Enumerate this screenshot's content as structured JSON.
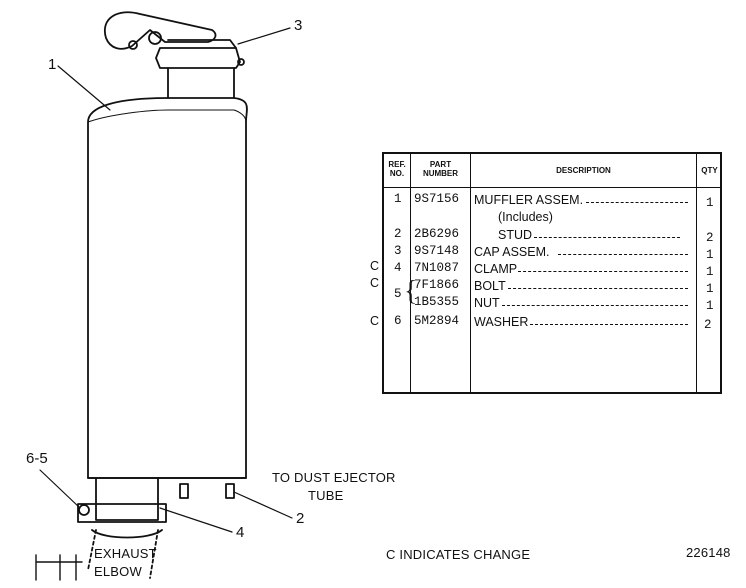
{
  "callouts": {
    "c1": "1",
    "c2": "2",
    "c3": "3",
    "c4": "4",
    "c65": "6-5"
  },
  "notes": {
    "dust_ejector_line1": "TO DUST EJECTOR",
    "dust_ejector_line2": "TUBE",
    "exhaust_line1": "EXHAUST",
    "exhaust_line2": "ELBOW",
    "change_note": "C INDICATES CHANGE",
    "drawing_number": "226148"
  },
  "table": {
    "headers": {
      "ref_line1": "REF.",
      "ref_line2": "NO.",
      "part_line1": "PART",
      "part_line2": "NUMBER",
      "description": "DESCRIPTION",
      "qty": "QTY"
    },
    "rows": [
      {
        "change": "",
        "ref": "1",
        "part": "9S7156",
        "desc": "MUFFLER ASSEM.",
        "qty": "1"
      },
      {
        "change": "",
        "ref": "",
        "part": "",
        "desc": "(Includes)",
        "qty": ""
      },
      {
        "change": "",
        "ref": "2",
        "part": "2B6296",
        "desc": "STUD",
        "qty": "2"
      },
      {
        "change": "",
        "ref": "3",
        "part": "9S7148",
        "desc": "CAP ASSEM.",
        "qty": "1"
      },
      {
        "change": "C",
        "ref": "4",
        "part": "7N1087",
        "desc": "CLAMP",
        "qty": "1"
      },
      {
        "change": "C",
        "ref": "",
        "part": "7F1866",
        "desc": "BOLT",
        "qty": "1"
      },
      {
        "change": "",
        "ref": "",
        "part": "1B5355",
        "desc": "NUT",
        "qty": "1"
      },
      {
        "change": "C",
        "ref": "6",
        "part": "5M2894",
        "desc": "WASHER",
        "qty": "2"
      }
    ],
    "grouped_ref": "5"
  }
}
